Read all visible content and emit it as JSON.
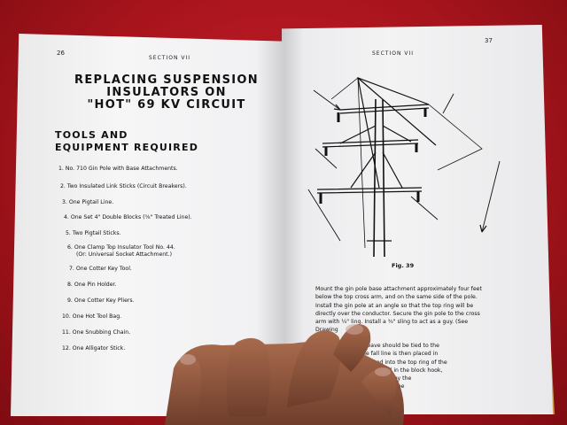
{
  "left_page": {
    "page_number": "26",
    "section": "SECTION VII",
    "title_lines": [
      "REPLACING SUSPENSION",
      "INSULATORS ON",
      "\"HOT\" 69 KV  CIRCUIT"
    ],
    "subtitle_lines": [
      "TOOLS AND",
      "EQUIPMENT REQUIRED"
    ],
    "tools": [
      "1.  No. 710 Gin Pole with Base Attachments.",
      "2.  Two Insulated Link Sticks (Circuit Breakers).",
      "3.  One Pigtail Line.",
      "4.  One Set 4\" Double Blocks (⅝\" Treated Line).",
      "5.  Two Pigtail Sticks.",
      "6.  One Clamp Top Insulator Tool No. 44.",
      "(Or: Universal Socket Attachment.)",
      "7.  One Cotter Key Tool.",
      "8.  One Pin Holder.",
      "9.  One Cotter Key Pliers.",
      "10.  One Hot Tool Bag.",
      "11.  One Snubbing Chain.",
      "12.  One Alligator Stick."
    ]
  },
  "right_page": {
    "page_number": "37",
    "section": "SECTION VII",
    "figure_caption": "Fig. 39",
    "paragraph1": [
      "Mount the gin pole base attachment approximately four feet",
      "below the top cross arm, and on the same side of the pole.",
      "Install the gin pole at an angle so that the top ring will be",
      "directly over the conductor.  Secure the gin pole to the cross",
      "arm with ¼\" ling.  Install a ¾\" sling to act as a guy.  (See",
      "Drawing"
    ],
    "paragraph2": [
      "Be                 blocks, a sheave should be tied to the",
      "cr                 the pole.  The fall line is then placed in",
      "th                blocks are hooked into the top ring of the",
      "                 lated link stick is placed in the block hook,",
      "                       tached to the conductor by the",
      "                            s imperative that all lines be"
    ]
  },
  "colors": {
    "background": "#b3171f",
    "paper": "#f3f3f4",
    "ink": "#111111",
    "page_edge": "#d1a85a"
  }
}
